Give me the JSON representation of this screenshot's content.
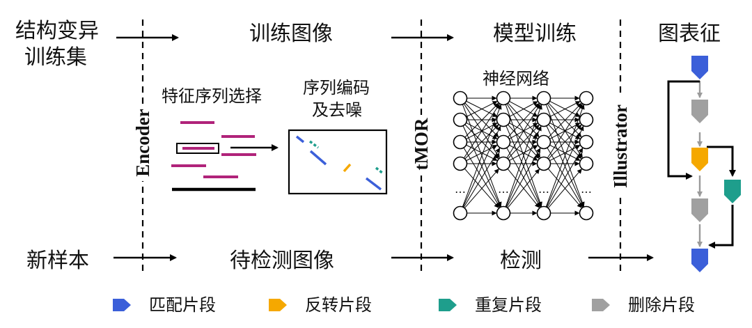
{
  "labels": {
    "sv_train_line1": "结构变异",
    "sv_train_line2": "训练集",
    "train_images": "训练图像",
    "model_training": "模型训练",
    "graph_char": "图表征",
    "feature_select": "特征序列选择",
    "encode_line1": "序列编码",
    "encode_line2": "及去噪",
    "neural_net": "神经网络",
    "new_sample": "新样本",
    "test_images": "待检测图像",
    "detect": "检测",
    "encoder": "Encoder",
    "tmor": "tMOR",
    "illustrator": "Illustrator",
    "ellipsis": "…"
  },
  "legend": [
    {
      "label": "匹配片段",
      "color": "#3B5FD9"
    },
    {
      "label": "反转片段",
      "color": "#F5A800"
    },
    {
      "label": "重复片段",
      "color": "#1E9E8C"
    },
    {
      "label": "删除片段",
      "color": "#A0A0A0"
    }
  ],
  "colors": {
    "match": "#3B5FD9",
    "inversion": "#F5A800",
    "duplication": "#1E9E8C",
    "deletion": "#A0A0A0",
    "read": "#B0237A"
  },
  "network": {
    "layers": [
      6,
      6,
      6,
      6
    ],
    "ellipsis_layers": [
      0,
      1,
      2,
      3
    ]
  }
}
